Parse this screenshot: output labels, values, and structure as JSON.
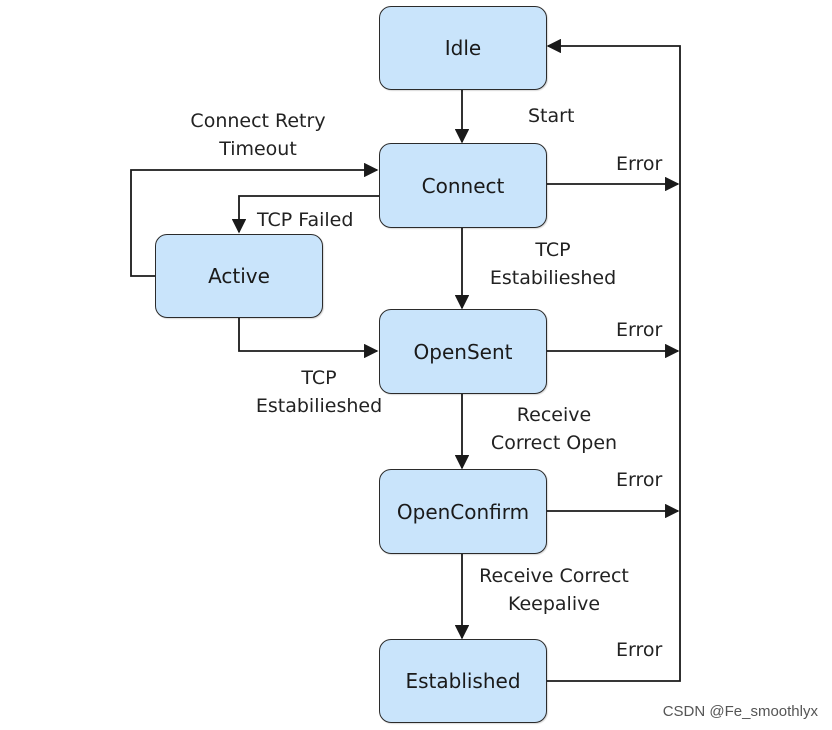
{
  "diagram": {
    "states": {
      "idle": "Idle",
      "connect": "Connect",
      "active": "Active",
      "opensent": "OpenSent",
      "openconfirm": "OpenConfirm",
      "established": "Established"
    },
    "transitions": {
      "start": "Start",
      "connect_retry_l1": "Connect Retry",
      "connect_retry_l2": "Timeout",
      "tcp_failed": "TCP Failed",
      "tcp_est_1_l1": "TCP",
      "tcp_est_1_l2": "Estabilieshed",
      "tcp_est_2_l1": "TCP",
      "tcp_est_2_l2": "Estabilieshed",
      "recv_open_l1": "Receive",
      "recv_open_l2": "Correct Open",
      "recv_keep_l1": "Receive Correct",
      "recv_keep_l2": "Keepalive",
      "error_connect": "Error",
      "error_opensent": "Error",
      "error_openconfirm": "Error",
      "error_established": "Error"
    },
    "colors": {
      "node_fill": "#c9e4fb",
      "stroke": "#2b2b2b"
    }
  },
  "watermark": "CSDN @Fe_smoothlyx"
}
